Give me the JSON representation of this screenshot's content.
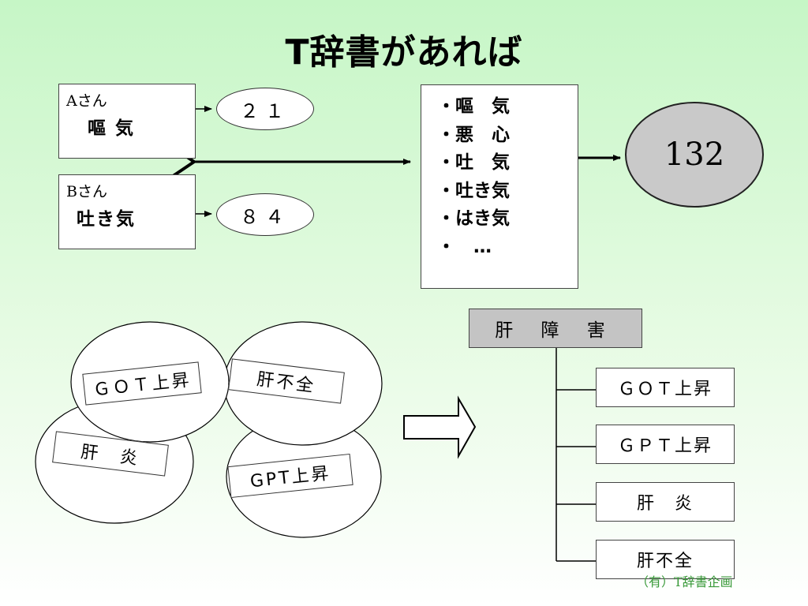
{
  "title": "T辞書があれば",
  "patient_a": {
    "name": "Aさん",
    "symptom": "嘔 気",
    "code": "２１"
  },
  "patient_b": {
    "name": "Bさん",
    "symptom": "吐き気",
    "code": "８４"
  },
  "synonym_list": [
    "・嘔　気",
    "・悪　心",
    "・吐　気",
    "・吐き気",
    "・はき気",
    "・　…"
  ],
  "unified_code": "132",
  "scattered_terms": [
    "ＧＯＴ上昇",
    "肝不全",
    "肝　炎",
    "GPT上昇"
  ],
  "category": {
    "header": "肝 障 害",
    "children": [
      "ＧＯＴ上昇",
      "ＧＰＴ上昇",
      "肝　炎",
      "肝不全"
    ]
  },
  "footer": "（有）T辞書企画"
}
